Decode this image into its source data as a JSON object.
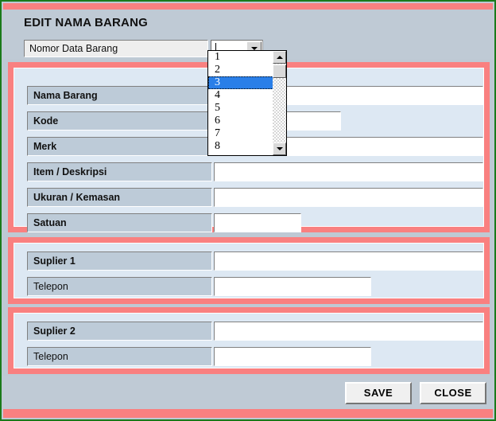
{
  "window": {
    "title": "EDIT NAMA BARANG",
    "border_color": "#1a7a1a",
    "accent_color": "#f98080",
    "panel_color": "#bfcad5",
    "group_bg_color": "#dde8f3",
    "label_color": "#bdcbd8",
    "selection_color": "#2a7fe8"
  },
  "header": {
    "title": "EDIT NAMA BARANG",
    "nomor": {
      "label": "Nomor Data Barang",
      "combo_value": "",
      "combo_icon": "chevron-down-icon"
    }
  },
  "dropdown": {
    "open": true,
    "options": [
      "1",
      "2",
      "3",
      "4",
      "5",
      "6",
      "7",
      "8"
    ],
    "selected": "3",
    "scrollbar": {
      "up_icon": "triangle-up-icon",
      "down_icon": "triangle-down-icon"
    }
  },
  "groups": [
    {
      "name": "item-details",
      "fields": [
        {
          "label": "Nama Barang",
          "bold": true,
          "value": "",
          "width": "w-full"
        },
        {
          "label": "Kode",
          "bold": true,
          "value": "",
          "width": "w-short"
        },
        {
          "label": "Merk",
          "bold": true,
          "value": "",
          "width": "w-full"
        },
        {
          "label": "Item / Deskripsi",
          "bold": true,
          "value": "",
          "width": "w-full"
        },
        {
          "label": "Ukuran / Kemasan",
          "bold": true,
          "value": "",
          "width": "w-full"
        },
        {
          "label": "Satuan",
          "bold": true,
          "value": "",
          "width": "w-tiny"
        }
      ]
    },
    {
      "name": "supplier-1",
      "fields": [
        {
          "label": "Suplier 1",
          "bold": true,
          "value": "",
          "width": "w-full"
        },
        {
          "label": "Telepon",
          "bold": false,
          "value": "",
          "width": "w-mid"
        }
      ]
    },
    {
      "name": "supplier-2",
      "fields": [
        {
          "label": "Suplier 2",
          "bold": true,
          "value": "",
          "width": "w-full"
        },
        {
          "label": "Telepon",
          "bold": false,
          "value": "",
          "width": "w-mid"
        }
      ]
    }
  ],
  "footer": {
    "save_label": "SAVE",
    "close_label": "CLOSE"
  }
}
